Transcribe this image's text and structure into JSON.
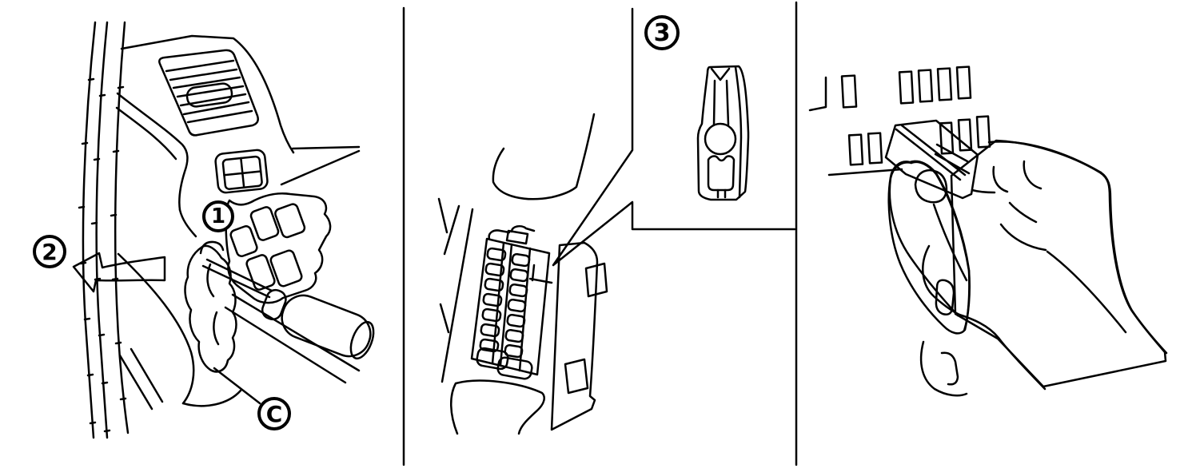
{
  "figure": {
    "kind": "service-manual-line-illustration",
    "background_color": "#ffffff",
    "ink_color": "#000000",
    "callouts": [
      {
        "id": "step-1",
        "label": "1"
      },
      {
        "id": "step-2",
        "label": "2"
      },
      {
        "id": "step-3",
        "label": "3"
      },
      {
        "id": "part-c",
        "label": "C"
      }
    ],
    "panels": [
      {
        "id": "panel-1",
        "icon": "pry-switch-trim-with-screwdriver-illustration",
        "callout_labels": [
          "1",
          "2",
          "C"
        ]
      },
      {
        "id": "panel-2",
        "icon": "harness-connector-terminal-callout-illustration",
        "callout_labels": [
          "3"
        ]
      },
      {
        "id": "panel-3",
        "icon": "hand-removing-relay-from-fuse-box-illustration",
        "callout_labels": []
      }
    ]
  }
}
